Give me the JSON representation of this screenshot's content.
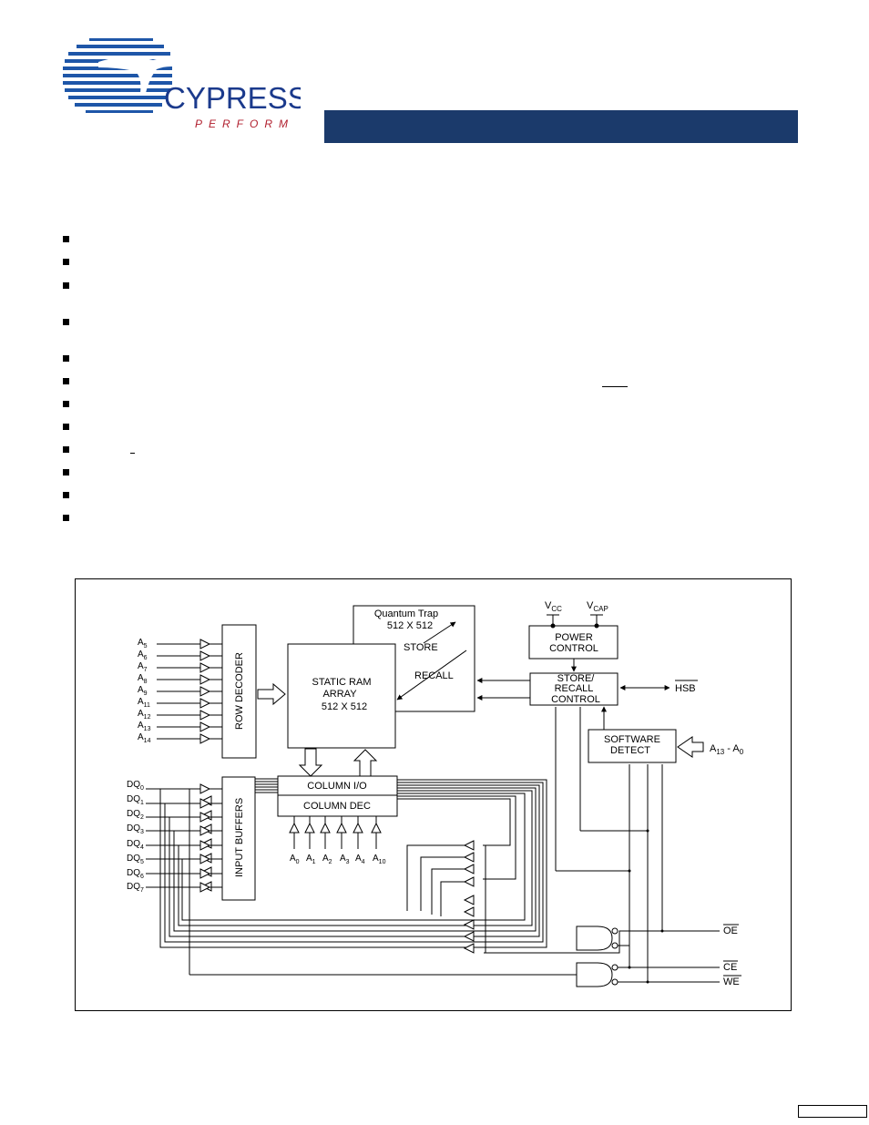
{
  "logo": {
    "brand": "CYPRESS",
    "tagline": "PERFORM",
    "colors": {
      "stripes": "#1e56a8",
      "wordmark": "#1b3a8c",
      "tagline": "#b01e2d"
    }
  },
  "header": {
    "bar_color": "#1b3a6b"
  },
  "diagram": {
    "quantum_trap": [
      "Quantum Trap",
      "512 X 512"
    ],
    "store": "STORE",
    "recall": "RECALL",
    "static_ram": [
      "STATIC RAM",
      "ARRAY",
      "512 X 512"
    ],
    "row_decoder": "ROW DECODER",
    "input_buffers": "INPUT BUFFERS",
    "column_io": "COLUMN I/O",
    "column_dec": "COLUMN DEC",
    "power_control": [
      "POWER",
      "CONTROL"
    ],
    "store_recall_control": [
      "STORE/",
      "RECALL",
      "CONTROL"
    ],
    "software_detect": [
      "SOFTWARE",
      "DETECT"
    ],
    "vcc": {
      "base": "V",
      "sub": "CC"
    },
    "vcap": {
      "base": "V",
      "sub": "CAP"
    },
    "hsb": "HSB",
    "addr_bus": {
      "a": "A",
      "s1": "13",
      "dash": " - ",
      "b": "A",
      "s2": "0"
    },
    "row_addresses": [
      {
        "b": "A",
        "s": "5"
      },
      {
        "b": "A",
        "s": "6"
      },
      {
        "b": "A",
        "s": "7"
      },
      {
        "b": "A",
        "s": "8"
      },
      {
        "b": "A",
        "s": "9"
      },
      {
        "b": "A",
        "s": "11"
      },
      {
        "b": "A",
        "s": "12"
      },
      {
        "b": "A",
        "s": "13"
      },
      {
        "b": "A",
        "s": "14"
      }
    ],
    "col_addresses": [
      {
        "b": "A",
        "s": "0"
      },
      {
        "b": "A",
        "s": "1"
      },
      {
        "b": "A",
        "s": "2"
      },
      {
        "b": "A",
        "s": "3"
      },
      {
        "b": "A",
        "s": "4"
      },
      {
        "b": "A",
        "s": "10"
      }
    ],
    "data_lines": [
      {
        "b": "DQ",
        "s": "0"
      },
      {
        "b": "DQ",
        "s": "1"
      },
      {
        "b": "DQ",
        "s": "2"
      },
      {
        "b": "DQ",
        "s": "3"
      },
      {
        "b": "DQ",
        "s": "4"
      },
      {
        "b": "DQ",
        "s": "5"
      },
      {
        "b": "DQ",
        "s": "6"
      },
      {
        "b": "DQ",
        "s": "7"
      }
    ],
    "oe": "OE",
    "ce": "CE",
    "we": "WE"
  }
}
